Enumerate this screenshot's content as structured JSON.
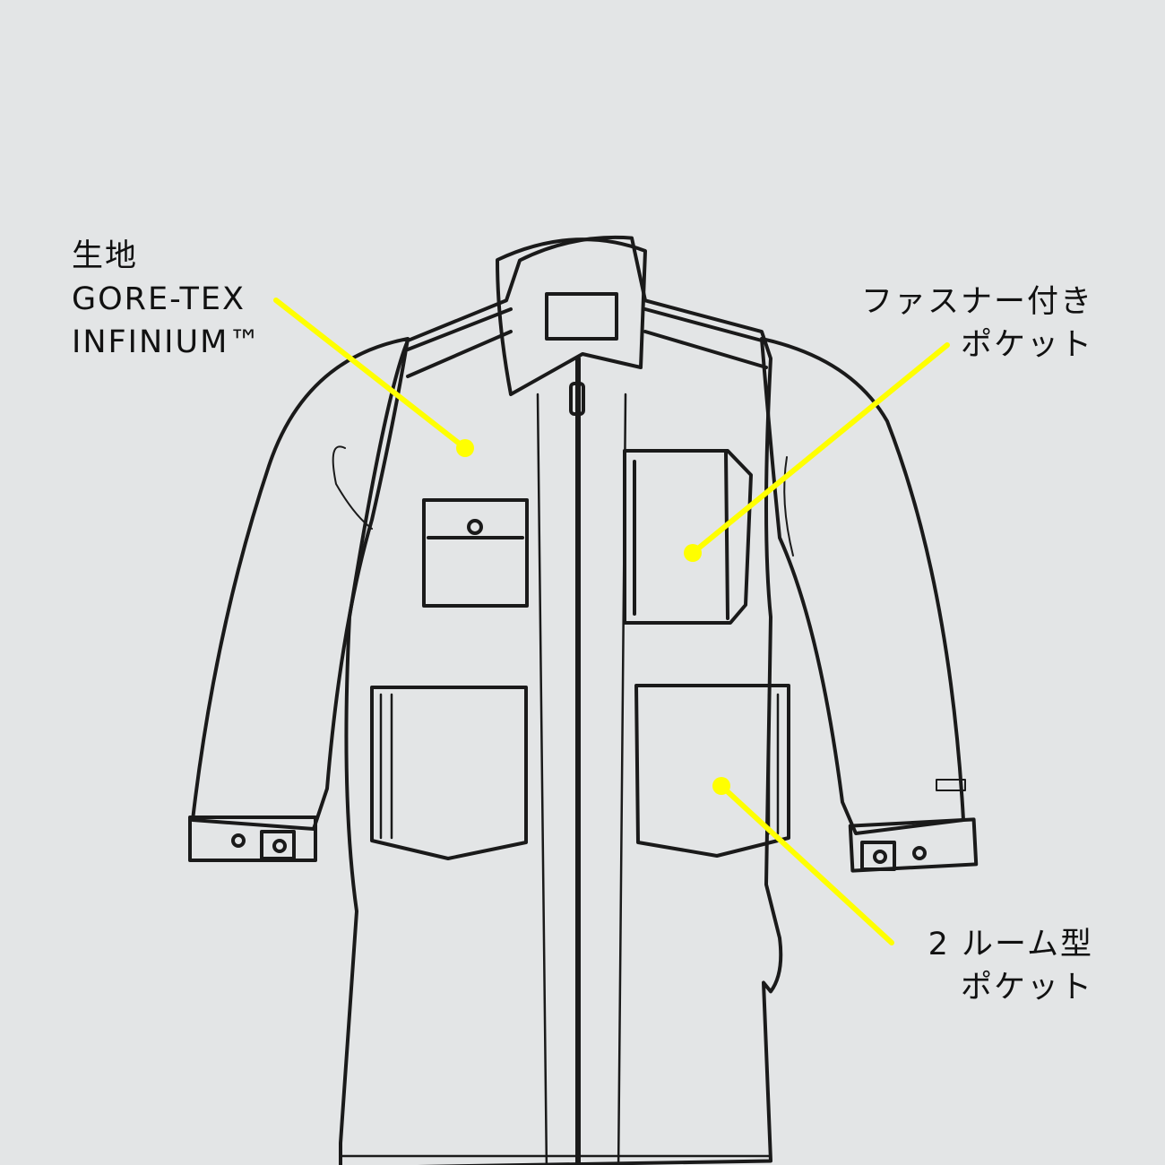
{
  "colors": {
    "background": "#e3e5e6",
    "accent": "#ffff00",
    "ink": "#111111"
  },
  "callouts": {
    "fabric": {
      "line1": "生地",
      "line2": "GORE-TEX",
      "line3": "INFINIUM™"
    },
    "zip_pocket": {
      "line1": "ファスナー付き",
      "line2": "ポケット"
    },
    "two_room_pocket": {
      "line1": "2 ルーム型",
      "line2": "ポケット"
    }
  }
}
